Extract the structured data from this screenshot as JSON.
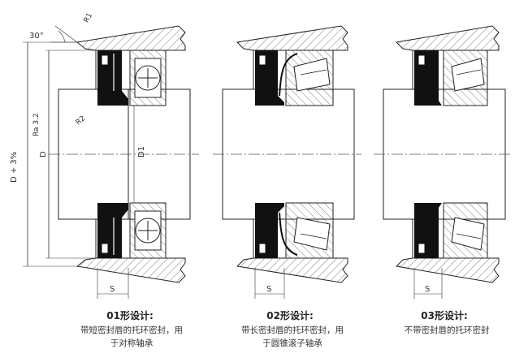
{
  "panels": [
    {
      "id": "01",
      "title": "01形设计:",
      "desc_line1": "带短密封唇的托环密封，用",
      "desc_line2": "于对称轴承",
      "width_label": "S"
    },
    {
      "id": "02",
      "title": "02形设计:",
      "desc_line1": "带长密封唇的托环密封，用",
      "desc_line2": "于圆锥滚子轴承",
      "width_label": "S"
    },
    {
      "id": "03",
      "title": "03形设计:",
      "desc_line1": "不带密封唇的托环密封",
      "desc_line2": "",
      "width_label": "S"
    }
  ],
  "dimensions": {
    "angle": "30°",
    "r1": "R1",
    "r2": "R2",
    "roughness": "Ra 3.2",
    "housing_tolerance": "D + 3%",
    "housing_bore": "D",
    "shaft_dia": "D1"
  }
}
